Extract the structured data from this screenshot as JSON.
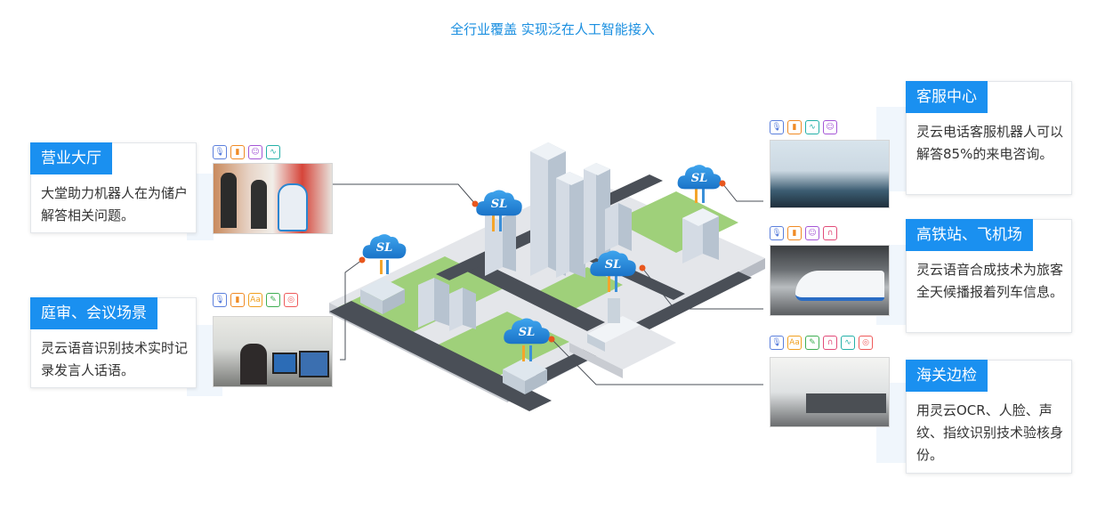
{
  "headline": "全行业覆盖 实现泛在人工智能接入",
  "cloud_logo": "SL",
  "colors": {
    "accent": "#1a90f0",
    "connector": "#e8571e",
    "cloud": "#2a8ad8"
  },
  "scenarios": [
    {
      "title": "营业大厅",
      "desc": "大堂助力机器人在为储户解答相关问题。",
      "icons": [
        "voice-mic-icon",
        "card-icon",
        "user-chat-icon",
        "waveform-icon"
      ]
    },
    {
      "title": "庭审、会议场景",
      "desc": "灵云语音识别技术实时记录发言人话语。",
      "icons": [
        "voice-mic-icon",
        "card-icon",
        "text-recognition-icon",
        "edit-icon",
        "face-scan-icon"
      ]
    },
    {
      "title": "客服中心",
      "desc": "灵云电话客服机器人可以解答85%的来电咨询。",
      "icons": [
        "voice-mic-icon",
        "card-icon",
        "waveform-icon",
        "user-chat-icon"
      ]
    },
    {
      "title": "高铁站、飞机场",
      "desc": "灵云语音合成技术为旅客全天候播报着列车信息。",
      "icons": [
        "voice-mic-icon",
        "card-icon",
        "user-chat-icon",
        "headset-icon"
      ]
    },
    {
      "title": "海关边检",
      "desc": "用灵云OCR、人脸、声纹、指纹识别技术验核身份。",
      "icons": [
        "voice-mic-icon",
        "text-recognition-icon",
        "edit-icon",
        "headset-icon",
        "waveform-icon",
        "face-scan-icon"
      ]
    }
  ]
}
